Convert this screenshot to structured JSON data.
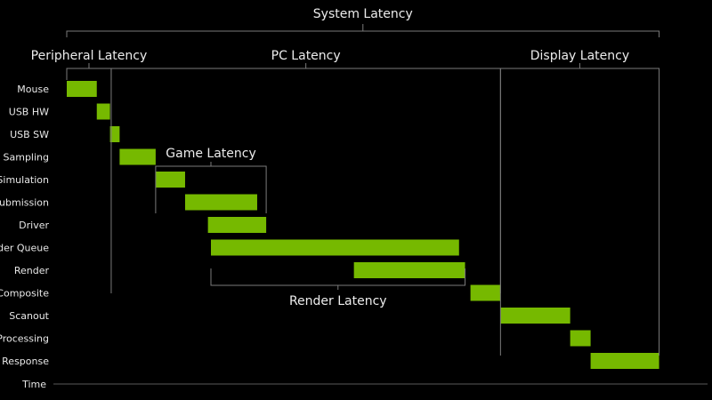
{
  "chart_data": {
    "type": "bar",
    "orientation": "horizontal-gantt",
    "categories": [
      "Mouse",
      "USB HW",
      "USB SW",
      "Sampling",
      "Simulation",
      "Submission",
      "Driver",
      "Render Queue",
      "Render",
      "Composite",
      "Scanout",
      "Display Processing",
      "Pixel Response"
    ],
    "series": [
      {
        "start": [
          0.0,
          5.0,
          7.2,
          8.8,
          14.8,
          19.7,
          23.5,
          24.0,
          47.8,
          67.2,
          72.2,
          83.8,
          87.2
        ],
        "end": [
          5.0,
          7.2,
          8.8,
          14.8,
          19.7,
          31.7,
          33.2,
          65.3,
          66.3,
          72.2,
          83.8,
          87.2,
          98.6
        ]
      }
    ],
    "xlabel": "Time",
    "xlim": [
      0,
      100
    ],
    "groups": [
      {
        "label": "System Latency",
        "from": 0.0,
        "to": 98.6
      },
      {
        "label": "Peripheral Latency",
        "from": 0.0,
        "to": 7.4
      },
      {
        "label": "PC Latency",
        "from": 7.4,
        "to": 72.2
      },
      {
        "label": "Display Latency",
        "from": 72.2,
        "to": 98.6
      },
      {
        "label": "Game Latency",
        "from": 14.8,
        "to": 33.2
      },
      {
        "label": "Render Latency",
        "from": 24.0,
        "to": 66.3
      }
    ],
    "colors": {
      "bar": "#76b900",
      "background": "#000000",
      "bracket": "#7a7a7a"
    }
  }
}
